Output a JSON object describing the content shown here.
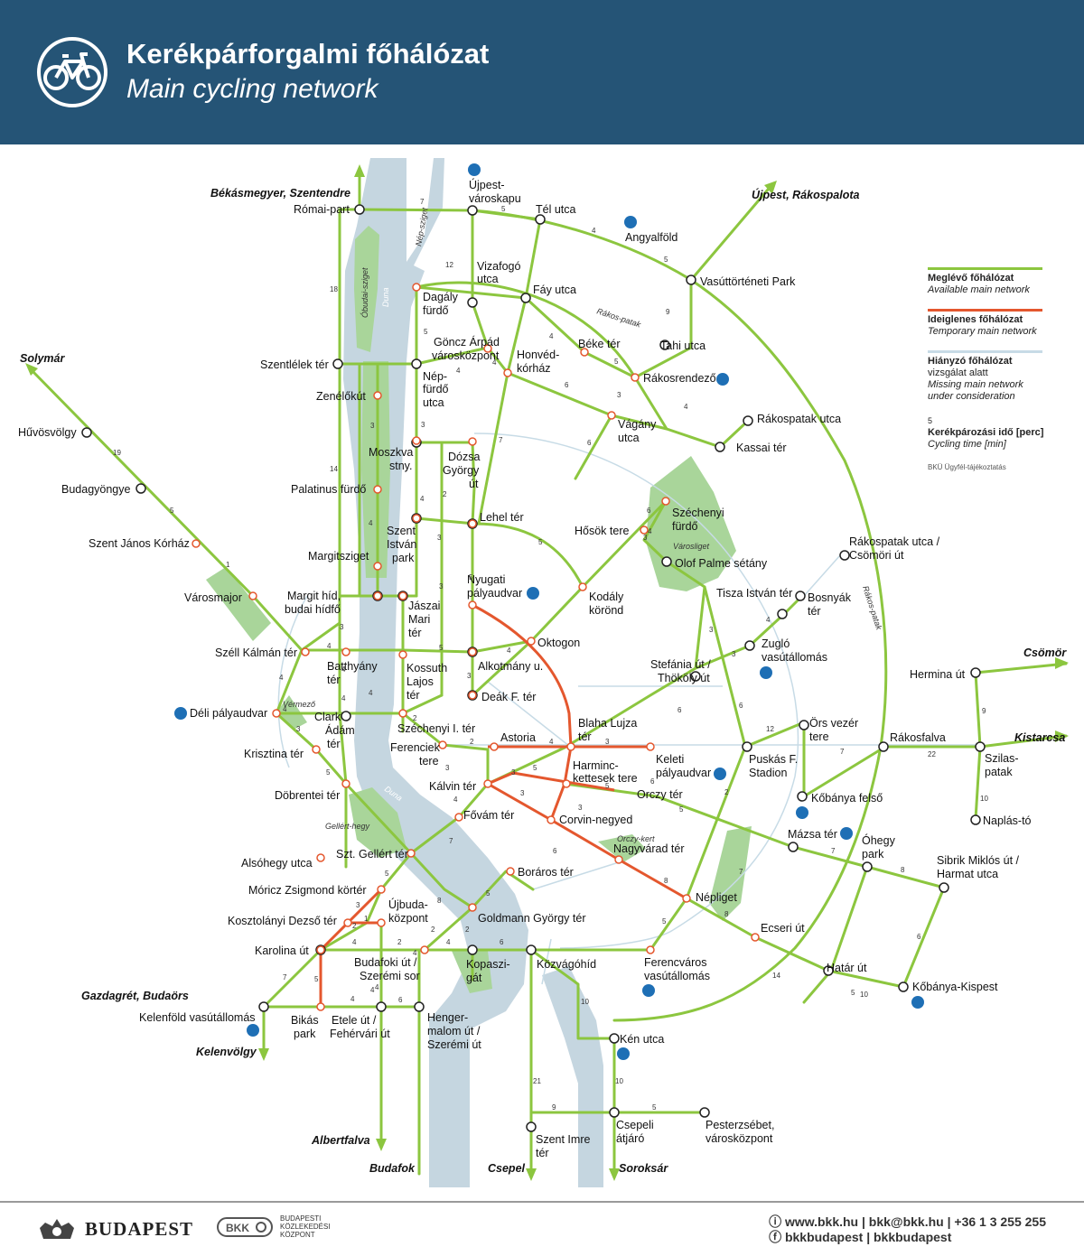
{
  "header": {
    "title": "Kerékpárforgalmi főhálózat",
    "subtitle": "Main cycling network",
    "icon": "bicycle-icon"
  },
  "legend": {
    "existing": {
      "hu": "Meglévő főhálózat",
      "en": "Available main network",
      "color": "#8cc63f"
    },
    "temporary": {
      "hu": "Ideiglenes főhálózat",
      "en": "Temporary main network",
      "color": "#e4572e"
    },
    "missing": {
      "hu": "Hiányzó főhálózat",
      "hu2": "vizsgálat alatt",
      "en": "Missing main network",
      "en2": "under consideration",
      "color": "#c7dbe6"
    },
    "time": {
      "sample": "5",
      "hu": "Kerékpározási idő [perc]",
      "en": "Cycling time [min]"
    },
    "note": "BKÜ Ügyfél-tájékoztatás"
  },
  "colors": {
    "header": "#255476",
    "green": "#8cc63f",
    "red": "#e4572e",
    "river": "#c5d6e0",
    "park": "#a9d59a",
    "blue": "#1e6fb5"
  },
  "destinations": {
    "bekasmegyer": "Békásmegyer, Szentendre",
    "ujpest": "Újpest, Rákospalota",
    "solymar": "Solymár",
    "csomor": "Csömör",
    "kistarcsa": "Kistarcsa",
    "gazdagret": "Gazdagrét, Budaörs",
    "kelenvolgy": "Kelenvölgy",
    "albertfalva": "Albertfalva",
    "budafok": "Budafok",
    "csepel": "Csepel",
    "soroksar": "Soroksár"
  },
  "water": {
    "duna": "Duna",
    "duna2": "Duna",
    "obudai": "Óbudai-sziget",
    "nepsziget": "Nép-sziget",
    "rakospatak1": "Rákos-patak",
    "rakospatak2": "Rákos-patak",
    "varosliget": "Városliget",
    "gellert": "Gellért-hegy",
    "vermezo": "Vérmező",
    "orczykert": "Orczy-kert"
  },
  "stations": {
    "romaipart": "Római-part",
    "ujpestvk": [
      "Újpest-",
      "városkapu"
    ],
    "telutca": "Tél utca",
    "angyalfold": "Angyalföld",
    "vasutmuzeum": "Vasúttörténeti Park",
    "vizafogo": [
      "Vizafogó",
      "utca"
    ],
    "fayutca": "Fáy utca",
    "dagaly": [
      "Dagály",
      "fürdő"
    ],
    "goncz": [
      "Göncz Árpád",
      "városközpont"
    ],
    "beketer": "Béke tér",
    "tahiutca": "Tahi utca",
    "honved": [
      "Honvéd-",
      "kórház"
    ],
    "rakosrendezo": "Rákosrendező",
    "szentlelek": "Szentlélek tér",
    "nepfurdo": [
      "Nép-",
      "fürdő",
      "utca"
    ],
    "zenelokut": "Zenélőkút",
    "vagany": [
      "Vágány",
      "utca"
    ],
    "rakospatakutca": "Rákospatak utca",
    "kassai": "Kassai tér",
    "huvosvolgy": "Hűvösvölgy",
    "moszkva": [
      "Moszkva",
      "stny."
    ],
    "dozsa": [
      "Dózsa",
      "György",
      "út"
    ],
    "palatinus": "Palatinus fürdő",
    "budagyongye": "Budagyöngye",
    "szechenyifurdo": [
      "Széchenyi",
      "fürdő"
    ],
    "lehel": "Lehel tér",
    "hosok": "Hősök tere",
    "szentjanos": "Szent János Kórház",
    "szentistvan": [
      "Szent",
      "István",
      "park"
    ],
    "margitsziget": "Margitsziget",
    "rakospatakcsomori": [
      "Rákospatak utca /",
      "Csömöri út"
    ],
    "olofpalme": "Olof Palme sétány",
    "nyugati": [
      "Nyugati",
      "pályaudvar"
    ],
    "varosmajor": "Városmajor",
    "margithid": [
      "Margit híd,",
      "budai hídfő"
    ],
    "tiszaistvan": "Tisza István tér",
    "bosnyak": [
      "Bosnyák",
      "tér"
    ],
    "kodaly": [
      "Kodály",
      "körönd"
    ],
    "jaszai": [
      "Jászai",
      "Mari",
      "tér"
    ],
    "oktogon": "Oktogon",
    "szellkalman": "Széll Kálmán tér",
    "batthyany": [
      "Batthyány",
      "tér"
    ],
    "zuglo": [
      "Zugló",
      "vasútállomás"
    ],
    "kossuth": [
      "Kossuth",
      "Lajos",
      "tér"
    ],
    "alkotmany": "Alkotmány u.",
    "stefania": [
      "Stefánia út /",
      "Thököly út"
    ],
    "herminaut": "Hermina út",
    "deak": "Deák F. tér",
    "delipu": "Déli pályaudvar",
    "clarkadam": [
      "Clark",
      "Ádám",
      "tér"
    ],
    "blaha": [
      "Blaha Lujza",
      "tér"
    ],
    "szechenyiiter": "Széchenyi I. tér",
    "astoria": "Astoria",
    "orsvezer": [
      "Örs vezér",
      "tere"
    ],
    "rakosfalva": "Rákosfalva",
    "krisztina": "Krisztina tér",
    "ferenciek": [
      "Ferenciek",
      "tere"
    ],
    "keletipu": [
      "Keleti",
      "pályaudvar"
    ],
    "puskas": [
      "Puskás F.",
      "Stadion"
    ],
    "szilaspatak": [
      "Szilas-",
      "patak"
    ],
    "harminckettesek": [
      "Harminc-",
      "kettesek tere"
    ],
    "kalvin": "Kálvin tér",
    "dobrentei": "Döbrentei tér",
    "orczy": "Orczy tér",
    "kobanyafelso": "Kőbánya felső",
    "fovam": "Fővám tér",
    "corvin": "Corvin-negyed",
    "naplasto": "Naplás-tó",
    "mazsater": "Mázsa tér",
    "nagyvarad": "Nagyvárad tér",
    "ohegy": [
      "Óhegy",
      "park"
    ],
    "szentgellert": "Szt. Gellért tér",
    "alsohegy": "Alsóhegy utca",
    "boraros": "Boráros tér",
    "sibrik": [
      "Sibrik Miklós út /",
      "Harmat utca"
    ],
    "moricz": "Móricz Zsigmond körtér",
    "ujbuda": [
      "Újbuda-",
      "központ"
    ],
    "nepliget": "Népliget",
    "goldmann": "Goldmann György tér",
    "kosztolanyi": "Kosztolányi Dezső tér",
    "ecseri": "Ecseri út",
    "karolina": "Karolina út",
    "budafokiut": [
      "Budafoki út /",
      "Szerémi sor"
    ],
    "kopaszigat": [
      "Kopaszi-",
      "gát"
    ],
    "kozvagohid": "Közvágóhíd",
    "ferencvarosva": [
      "Ferencváros",
      "vasútállomás"
    ],
    "hatarut": "Határ út",
    "kobanyakispest": "Kőbánya-Kispest",
    "kelenfold": "Kelenföld vasútállomás",
    "bikas": [
      "Bikás",
      "park"
    ],
    "etele": [
      "Etele út /",
      "Fehérvári út"
    ],
    "hengermalom": [
      "Henger-",
      "malom út /",
      "Szerémi út"
    ],
    "kenutca": "Kén utca",
    "szentimre": [
      "Szent Imre",
      "tér"
    ],
    "csepeliatjaro": [
      "Csepeli",
      "átjáró"
    ],
    "pesterzsebet": [
      "Pesterzsébet,",
      "városközpont"
    ]
  },
  "times": [
    "7",
    "5",
    "4",
    "5",
    "9",
    "12",
    "18",
    "5",
    "4",
    "5",
    "6",
    "4",
    "3",
    "6",
    "7",
    "3",
    "3",
    "4",
    "2",
    "4",
    "14",
    "4",
    "5",
    "6",
    "3",
    "4",
    "19",
    "5",
    "4",
    "3",
    "6",
    "1",
    "4",
    "3",
    "5",
    "3",
    "5",
    "2",
    "4",
    "3",
    "6",
    "4",
    "3",
    "4",
    "4",
    "3",
    "3",
    "4",
    "4",
    "4",
    "4",
    "3",
    "5",
    "12",
    "7",
    "22",
    "9",
    "10",
    "5",
    "7",
    "8",
    "6",
    "5",
    "14",
    "10",
    "8",
    "5",
    "3",
    "2",
    "1",
    "4",
    "2",
    "4",
    "6",
    "7",
    "5",
    "2",
    "2",
    "10",
    "21",
    "9",
    "10",
    "5",
    "5",
    "8",
    "4",
    "4",
    "6",
    "4",
    "4",
    "7",
    "5",
    "8",
    "6",
    "3",
    "3",
    "3",
    "4",
    "3",
    "2",
    "5",
    "5",
    "6",
    "2",
    "7"
  ],
  "footer": {
    "city": "BUDAPEST",
    "bkk": "BKK",
    "bkk_name": [
      "BUDAPESTI",
      "KÖZLEKEDÉSI",
      "KÖZPONT"
    ],
    "contact_line1": "www.bkk.hu | bkk@bkk.hu | +36 1 3 255 255",
    "contact_line2": "bkkbudapest | bkkbudapest"
  }
}
